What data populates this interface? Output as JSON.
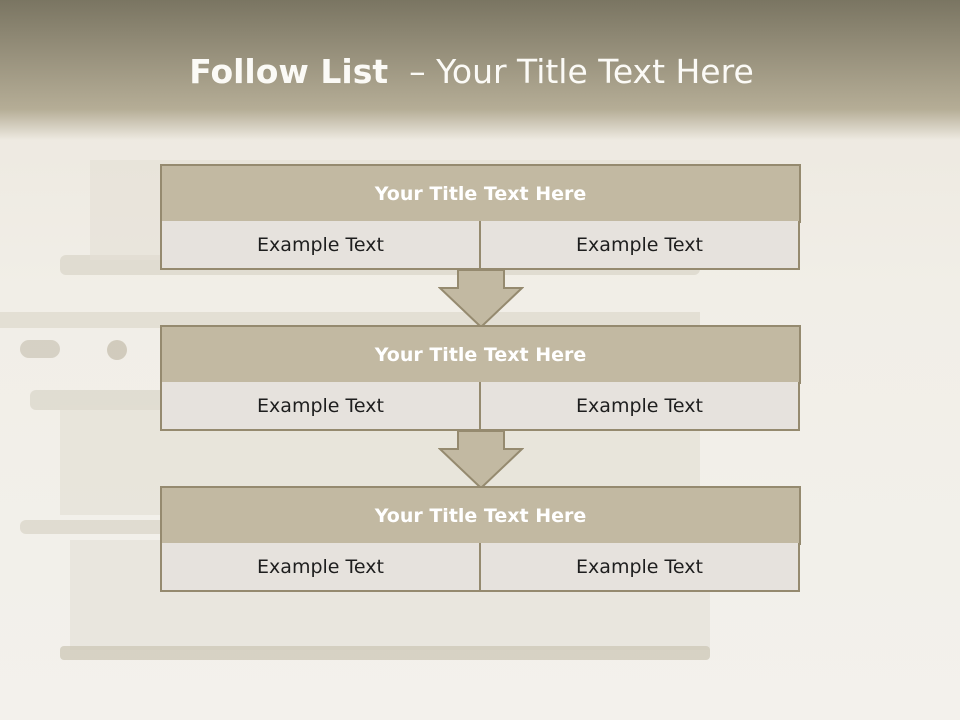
{
  "slide": {
    "title_bold": "Follow List",
    "title_rest": "– Your Title Text Here"
  },
  "blocks": [
    {
      "title": "Your Title Text Here",
      "left": "Example Text",
      "right": "Example Text"
    },
    {
      "title": "Your Title Text Here",
      "left": "Example Text",
      "right": "Example Text"
    },
    {
      "title": "Your Title Text Here",
      "left": "Example Text",
      "right": "Example Text"
    }
  ],
  "colors": {
    "header_band": "#9c9580",
    "block_title_fill": "#c2b9a2",
    "cell_fill": "#e6e2dd",
    "border": "#958a6f",
    "arrow_fill": "#c2b9a2"
  }
}
